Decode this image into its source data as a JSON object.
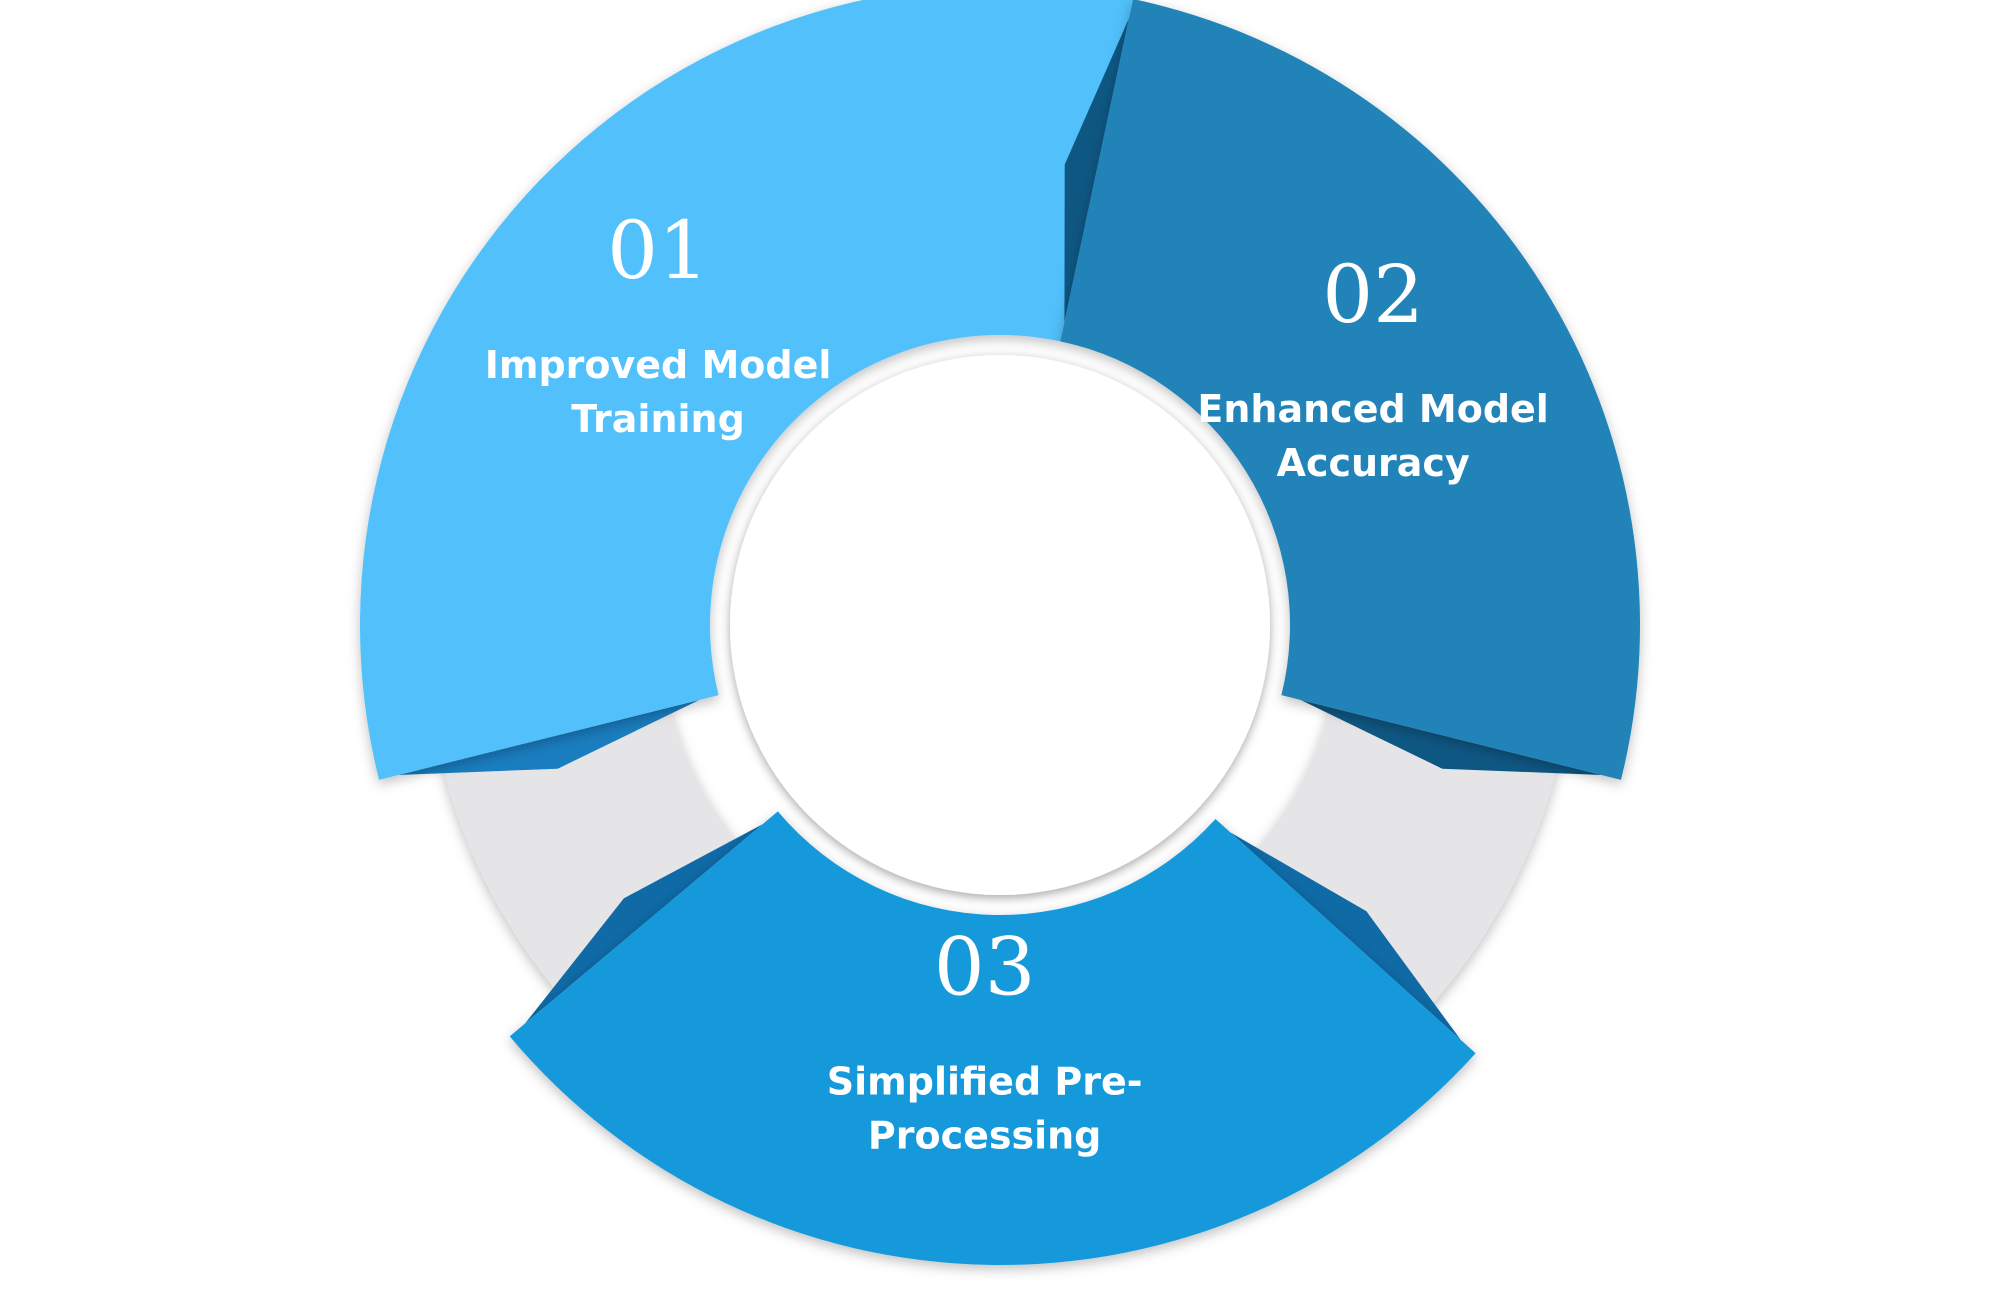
{
  "diagram": {
    "segments": [
      {
        "number": "01",
        "label_lines": [
          "Improved Model",
          "Training"
        ],
        "color": "#51c0fb",
        "fold_color": "#1a7dbf"
      },
      {
        "number": "02",
        "label_lines": [
          "Enhanced Model",
          "Accuracy"
        ],
        "color": "#2183b8",
        "fold_color": "#0e5783"
      },
      {
        "number": "03",
        "label_lines": [
          "Simplified Pre-",
          "Processing"
        ],
        "color": "#1599db",
        "fold_color": "#0f6aa6"
      }
    ],
    "connector_color": "#e5e5e7",
    "center_color": "#ffffff"
  }
}
